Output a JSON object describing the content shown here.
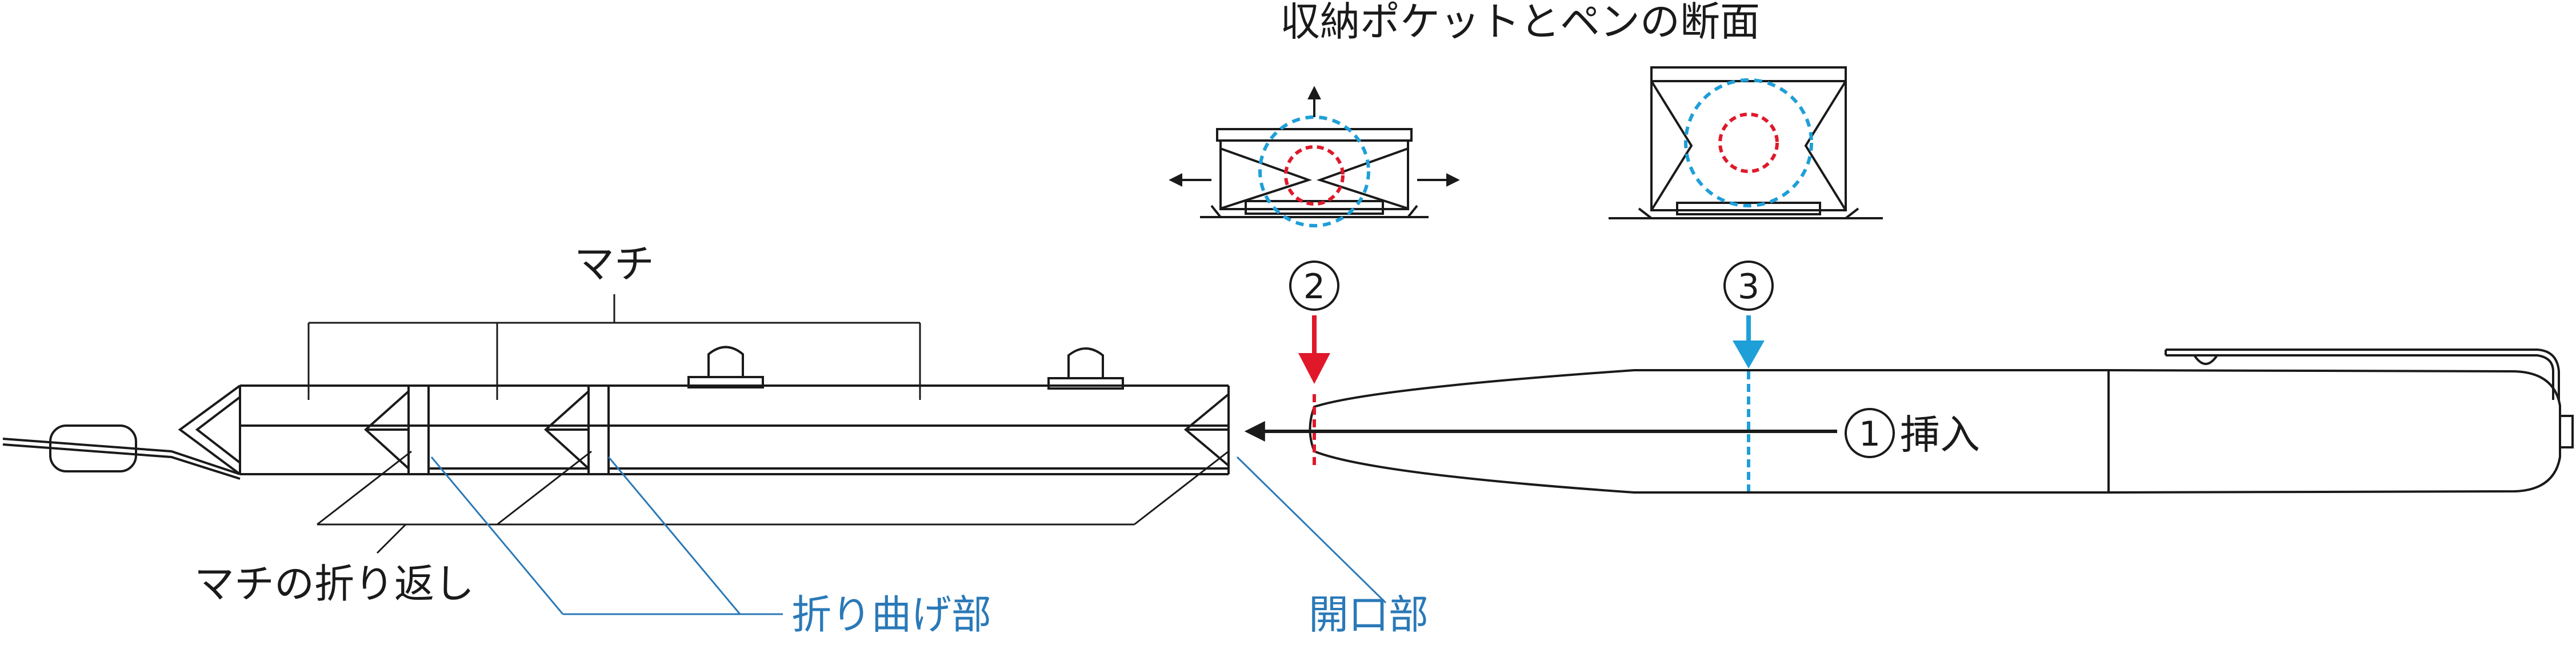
{
  "labels": {
    "section_title": "収納ポケットとペンの断面",
    "gusset": "マチ",
    "gusset_fold": "マチの折り返し",
    "bend_part": "折り曲げ部",
    "opening": "開口部",
    "insert": "挿入"
  },
  "markers": {
    "step1": "1",
    "step2": "2",
    "step3": "3"
  },
  "colors": {
    "line": "#1a1a1a",
    "callout_blue": "#2a79b8",
    "marker_red": "#e0182a",
    "marker_cyan": "#1e9fd8"
  }
}
